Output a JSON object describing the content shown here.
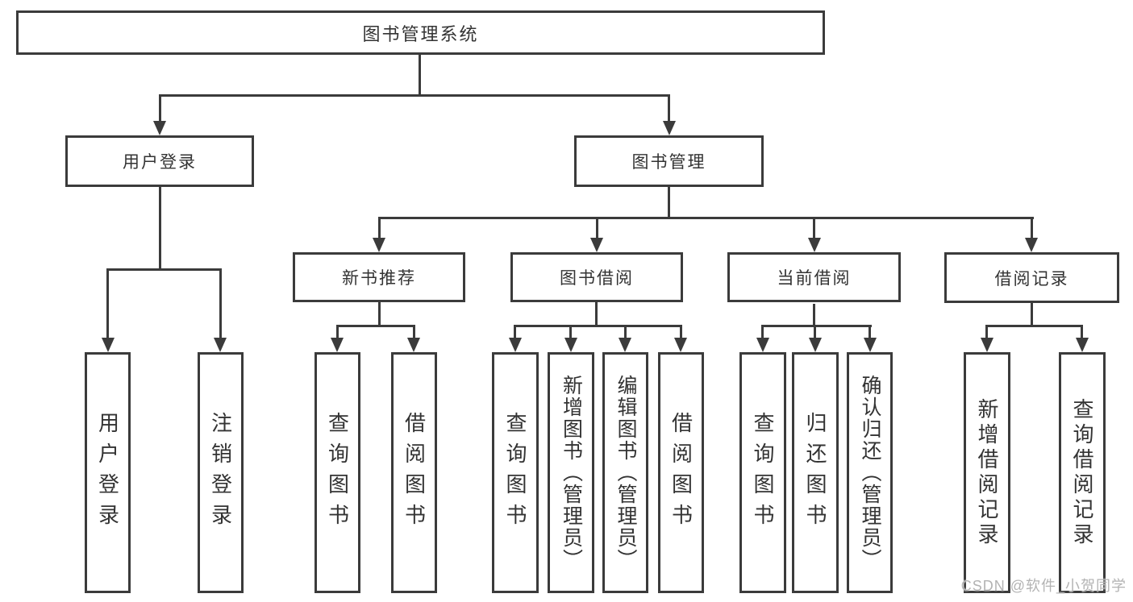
{
  "nodes": {
    "root": "图书管理系统",
    "user_login": "用户登录",
    "book_mgmt": "图书管理",
    "new_book_rec": "新书推荐",
    "book_borrow": "图书借阅",
    "current_borrow": "当前借阅",
    "borrow_records": "借阅记录",
    "ul_user_login": "用户登录",
    "ul_logout": "注销登录",
    "nr_query_book": "查询图书",
    "nr_borrow_book": "借阅图书",
    "bb_query_book": "查询图书",
    "bb_add_book": "新增图书（管理员）",
    "bb_edit_book": "编辑图书（管理员）",
    "bb_borrow_book": "借阅图书",
    "cb_query_book": "查询图书",
    "cb_return_book": "归还图书",
    "cb_confirm_return": "确认归还（管理员）",
    "br_add_record": "新增借阅记录",
    "br_query_record": "查询借阅记录"
  },
  "hierarchy": {
    "图书管理系统": [
      "用户登录",
      "图书管理"
    ],
    "用户登录": [
      "用户登录",
      "注销登录"
    ],
    "图书管理": [
      "新书推荐",
      "图书借阅",
      "当前借阅",
      "借阅记录"
    ],
    "新书推荐": [
      "查询图书",
      "借阅图书"
    ],
    "图书借阅": [
      "查询图书",
      "新增图书（管理员）",
      "编辑图书（管理员）",
      "借阅图书"
    ],
    "当前借阅": [
      "查询图书",
      "归还图书",
      "确认归还（管理员）"
    ],
    "借阅记录": [
      "新增借阅记录",
      "查询借阅记录"
    ]
  },
  "watermark": "CSDN @软件_小贺同学",
  "colors": {
    "line": "#3b3b3b",
    "text": "#333333",
    "watermark": "#b3b3b3",
    "background": "#ffffff"
  }
}
